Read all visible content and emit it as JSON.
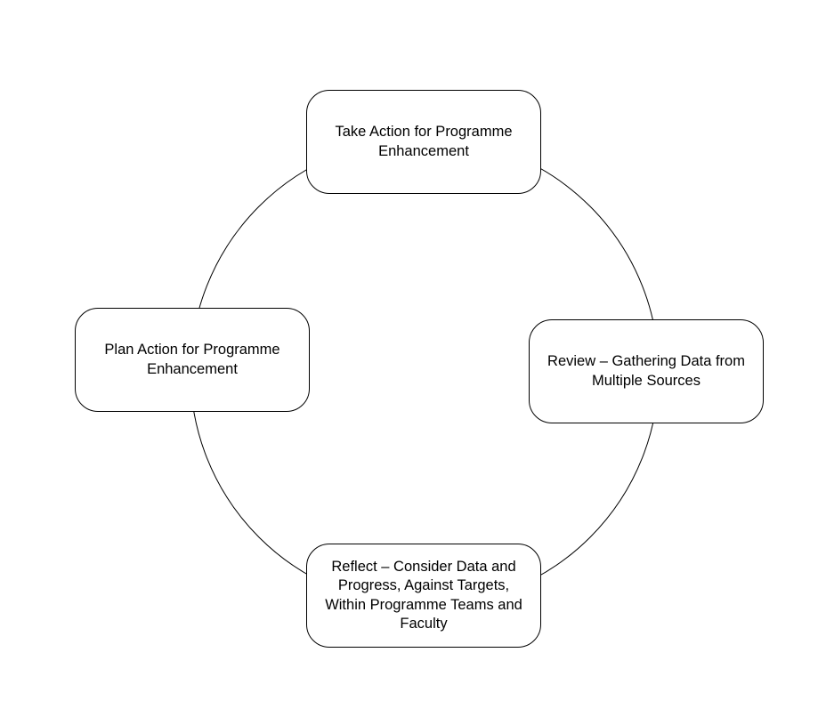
{
  "diagram": {
    "type": "cycle",
    "line_color": "#000000",
    "box_fill": "#ffffff",
    "nodes": [
      {
        "id": "take-action",
        "lines": [
          "Take Action for Programme",
          "Enhancement"
        ]
      },
      {
        "id": "review",
        "lines": [
          "Review – Gathering Data from",
          "Multiple Sources"
        ]
      },
      {
        "id": "reflect",
        "lines": [
          "Reflect – Consider Data and",
          "Progress, Against Targets,",
          "Within Programme Teams and",
          "Faculty"
        ]
      },
      {
        "id": "plan",
        "lines": [
          "Plan Action for Programme",
          "Enhancement"
        ]
      }
    ]
  }
}
